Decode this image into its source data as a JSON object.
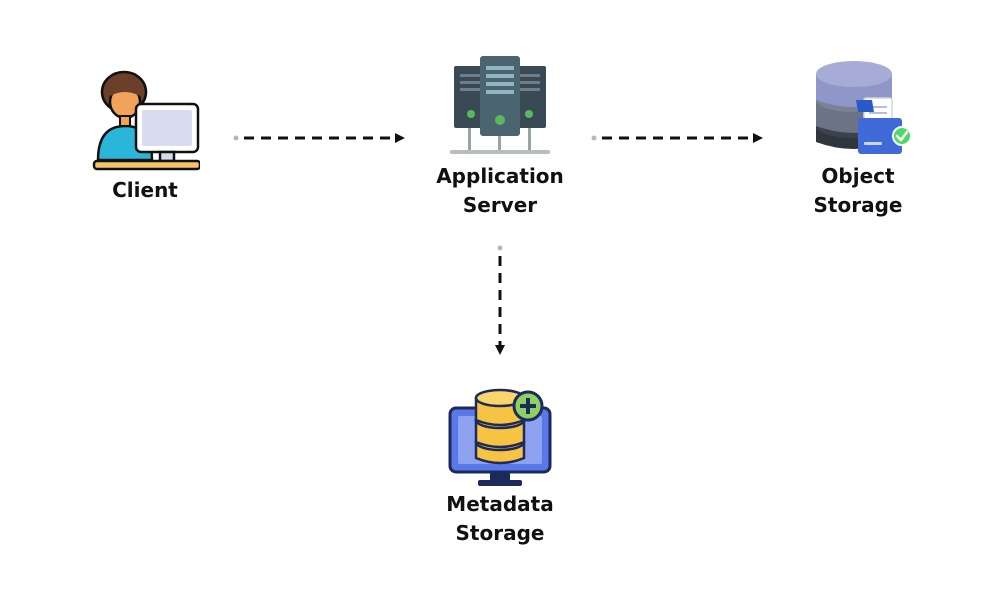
{
  "nodes": {
    "client": {
      "label": "Client",
      "icon": "user-at-computer-icon"
    },
    "app_server": {
      "label_line1": "Application",
      "label_line2": "Server",
      "icon": "server-rack-icon"
    },
    "object_storage": {
      "label_line1": "Object",
      "label_line2": "Storage",
      "icon": "database-folder-icon"
    },
    "metadata_storage": {
      "label_line1": "Metadata",
      "label_line2": "Storage",
      "icon": "monitor-database-add-icon"
    }
  },
  "edges": [
    {
      "from": "client",
      "to": "app_server",
      "style": "dashed"
    },
    {
      "from": "app_server",
      "to": "object_storage",
      "style": "dashed"
    },
    {
      "from": "app_server",
      "to": "metadata_storage",
      "style": "dashed"
    }
  ],
  "colors": {
    "arrow": "#111111",
    "arrow_start_dot": "#b8b8b8",
    "server_dark": "#3a4a55",
    "server_green": "#5cb85c",
    "db_top": "#8f97c9",
    "db_mid": "#6b7384",
    "db_bottom": "#2f3640",
    "folder_blue": "#3f6ad8",
    "check_green": "#4cd964",
    "metadata_screen": "#5b78e8",
    "metadata_db": "#f6c343",
    "plus_green": "#8ed162",
    "client_shirt": "#29b6d9",
    "client_skin": "#f2a35a",
    "client_hair": "#6b3f2a",
    "monitor_light": "#d8dcef"
  }
}
